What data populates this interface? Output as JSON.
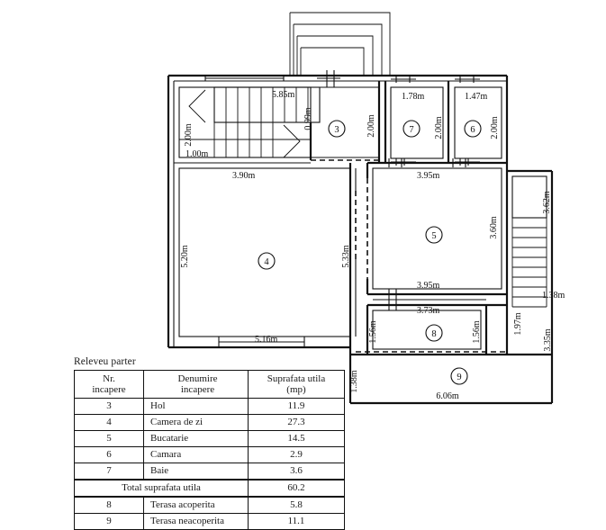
{
  "drawing": {
    "title": "Releveu parter",
    "rooms": [
      {
        "num": "3",
        "name": "Hol"
      },
      {
        "num": "4",
        "name": "Camera de zi"
      },
      {
        "num": "5",
        "name": "Bucatarie"
      },
      {
        "num": "6",
        "name": "Camara"
      },
      {
        "num": "7",
        "name": "Baie"
      },
      {
        "num": "8",
        "name": "Terasa acoperita"
      },
      {
        "num": "9",
        "name": "Terasa neacoperita"
      }
    ],
    "dimensions": {
      "stair_left_height": "2.00m",
      "stair_left_width": "1.00m",
      "stair_run": "5.85m",
      "hall_top_gap": "0.99m",
      "hall_right_height": "2.00m",
      "living_top": "3.90m",
      "living_left": "5.20m",
      "living_bottom": "5.16m",
      "living_right": "5.33m",
      "bath_width": "1.78m",
      "bath_height": "2.00m",
      "pantry_width": "1.47m",
      "pantry_height": "2.00m",
      "kitchen_top": "3.95m",
      "kitchen_right": "3.60m",
      "kitchen_bottom": "3.95m",
      "terrace_top": "3.73m",
      "terrace_left": "1.56m",
      "terrace_right": "1.56m",
      "ext_stair_height": "3.62m",
      "ext_stair_width": "1.38m",
      "right_mid": "1.97m",
      "right_outer": "3.35m",
      "open_terrace_left": "1.38m",
      "open_terrace_bottom": "6.06m"
    }
  },
  "table": {
    "headers": {
      "nr_line1": "Nr.",
      "nr_line2": "incapere",
      "name_line1": "Denumire",
      "name_line2": "incapere",
      "area_line1": "Suprafata utila",
      "area_line2": "(mp)"
    },
    "rows": [
      {
        "nr": "3",
        "name": "Hol",
        "area": "11.9"
      },
      {
        "nr": "4",
        "name": "Camera de zi",
        "area": "27.3"
      },
      {
        "nr": "5",
        "name": "Bucatarie",
        "area": "14.5"
      },
      {
        "nr": "6",
        "name": "Camara",
        "area": "2.9"
      },
      {
        "nr": "7",
        "name": "Baie",
        "area": "3.6"
      }
    ],
    "total": {
      "label": "Total suprafata utila",
      "area": "60.2"
    },
    "extra_rows": [
      {
        "nr": "8",
        "name": "Terasa acoperita",
        "area": "5.8"
      },
      {
        "nr": "9",
        "name": "Terasa neacoperita",
        "area": "11.1"
      }
    ]
  }
}
